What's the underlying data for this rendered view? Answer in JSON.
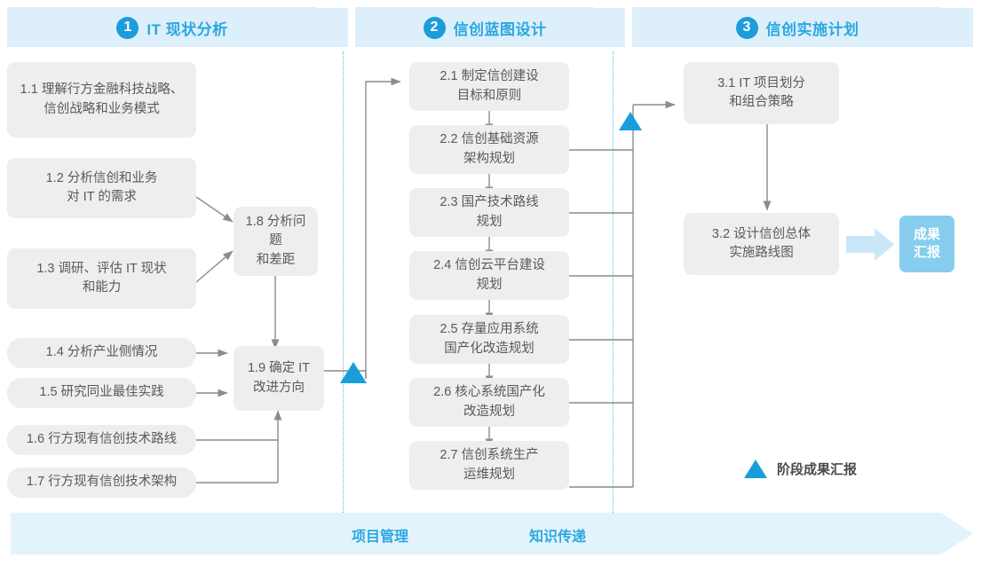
{
  "phases": [
    {
      "num": "1",
      "title": "IT 现状分析"
    },
    {
      "num": "2",
      "title": "信创蓝图设计"
    },
    {
      "num": "3",
      "title": "信创实施计划"
    }
  ],
  "tasks": {
    "phase1": [
      {
        "id": "1.1",
        "text": "1.1 理解行方金融科技战略、\n信创战略和业务模式"
      },
      {
        "id": "1.2",
        "text": "1.2 分析信创和业务\n对 IT 的需求"
      },
      {
        "id": "1.3",
        "text": "1.3 调研、评估 IT 现状\n和能力"
      },
      {
        "id": "1.4",
        "text": "1.4 分析产业侧情况"
      },
      {
        "id": "1.5",
        "text": "1.5 研究同业最佳实践"
      },
      {
        "id": "1.6",
        "text": "1.6 行方现有信创技术路线"
      },
      {
        "id": "1.7",
        "text": "1.7 行方现有信创技术架构"
      },
      {
        "id": "1.8",
        "text": "1.8 分析问题\n和差距"
      },
      {
        "id": "1.9",
        "text": "1.9 确定 IT\n改进方向"
      }
    ],
    "phase2": [
      {
        "id": "2.1",
        "text": "2.1 制定信创建设\n目标和原则"
      },
      {
        "id": "2.2",
        "text": "2.2 信创基础资源\n架构规划"
      },
      {
        "id": "2.3",
        "text": "2.3 国产技术路线\n规划"
      },
      {
        "id": "2.4",
        "text": "2.4 信创云平台建设\n规划"
      },
      {
        "id": "2.5",
        "text": "2.5 存量应用系统\n国产化改造规划"
      },
      {
        "id": "2.6",
        "text": "2.6 核心系统国产化\n改造规划"
      },
      {
        "id": "2.7",
        "text": "2.7 信创系统生产\n运维规划"
      }
    ],
    "phase3": [
      {
        "id": "3.1",
        "text": "3.1 IT 项目划分\n和组合策略"
      },
      {
        "id": "3.2",
        "text": "3.2 设计信创总体\n实施路线图"
      }
    ]
  },
  "result_badge": {
    "text": "成果\n汇报"
  },
  "legend": {
    "label": "阶段成果汇报",
    "marker": "milestone-triangle"
  },
  "bottom_track": {
    "labels": [
      "项目管理",
      "知识传递"
    ]
  },
  "colors": {
    "phase_band": "#ddeffb",
    "phase_text": "#2aa8e0",
    "phase_num_circle": "#1b9dd9",
    "task_box": "#eeeeee",
    "task_text": "#595959",
    "connector": "#8c8c8c",
    "milestone": "#1b9dd9",
    "badge": "#86cdee",
    "badge_arrow": "#c9e7f8",
    "divider": "#55bfe8",
    "bottom_track": "#e3f3fc"
  }
}
